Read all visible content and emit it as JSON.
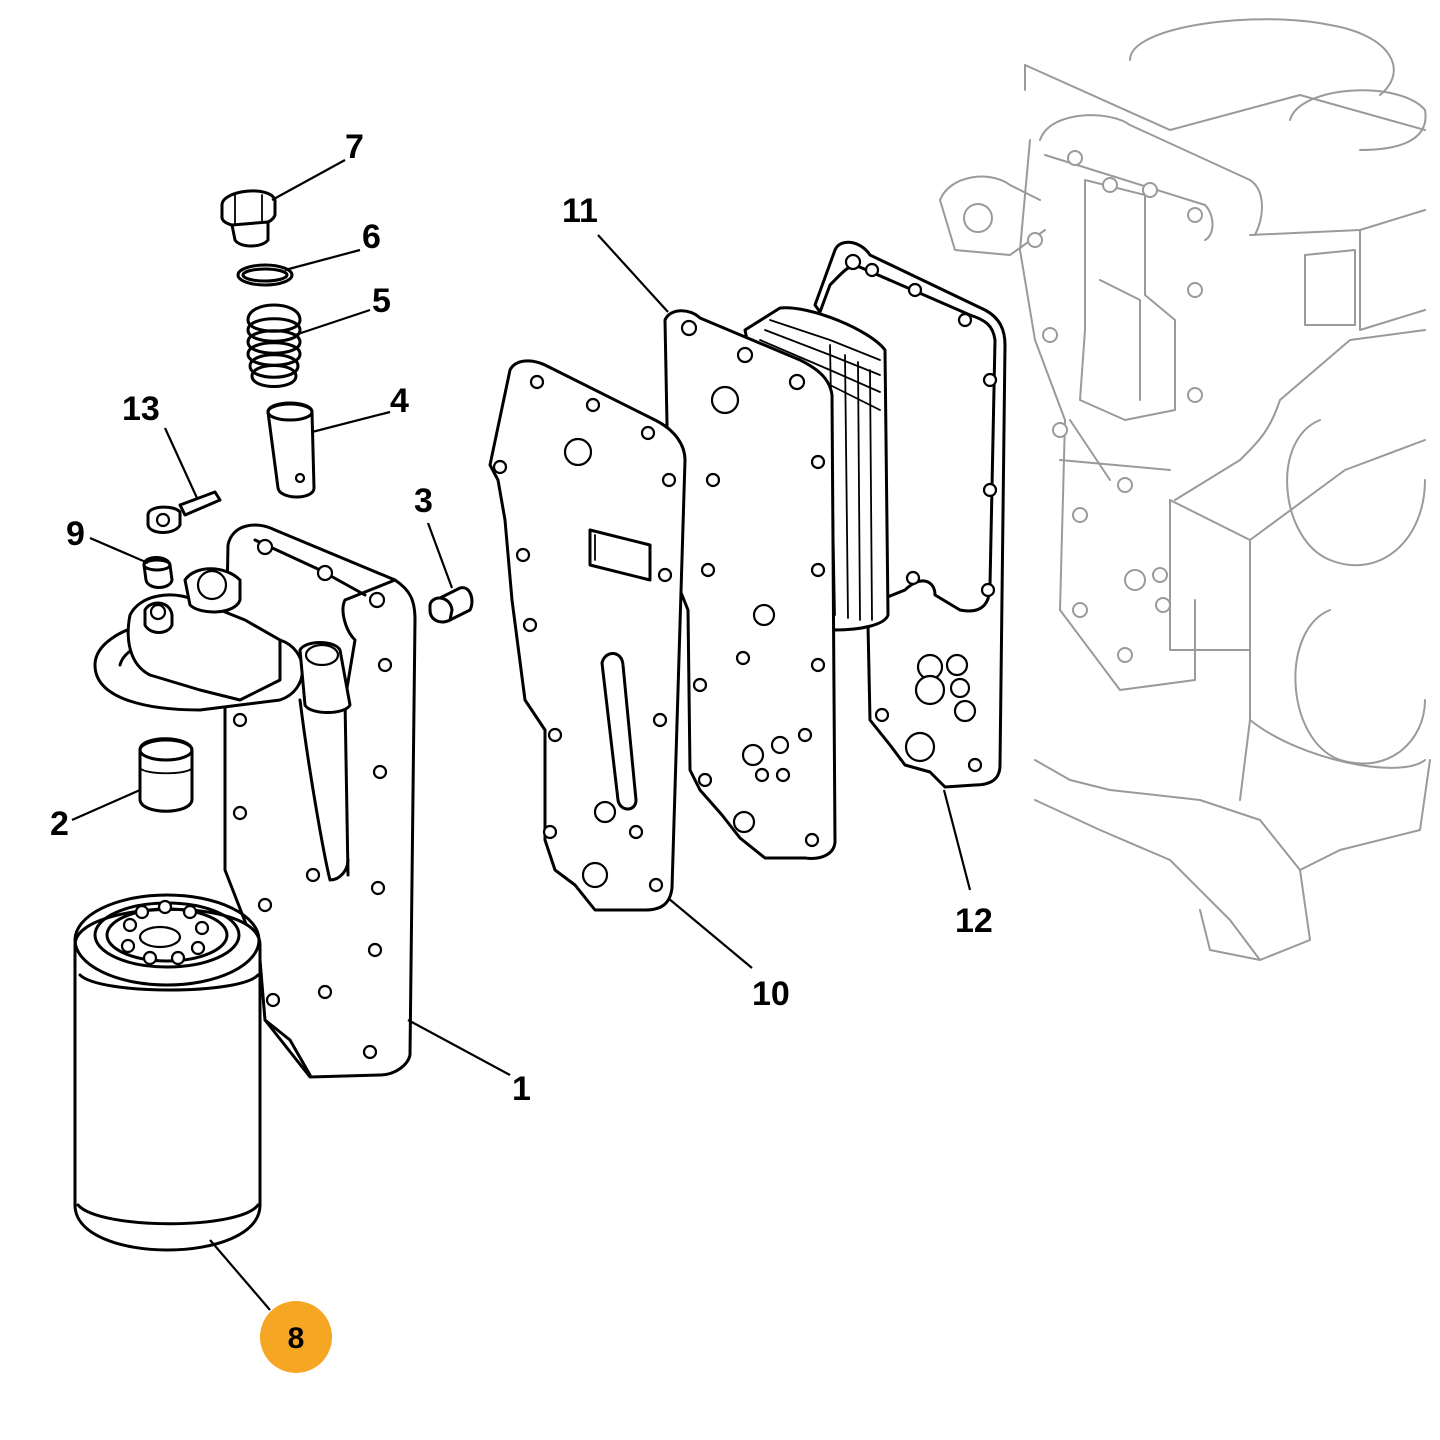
{
  "callouts": {
    "c1": "1",
    "c2": "2",
    "c3": "3",
    "c4": "4",
    "c5": "5",
    "c6": "6",
    "c7": "7",
    "c8": "8",
    "c9": "9",
    "c10": "10",
    "c11": "11",
    "c12": "12",
    "c13": "13"
  },
  "highlight": {
    "callout": "8",
    "color": "#F5A623"
  }
}
